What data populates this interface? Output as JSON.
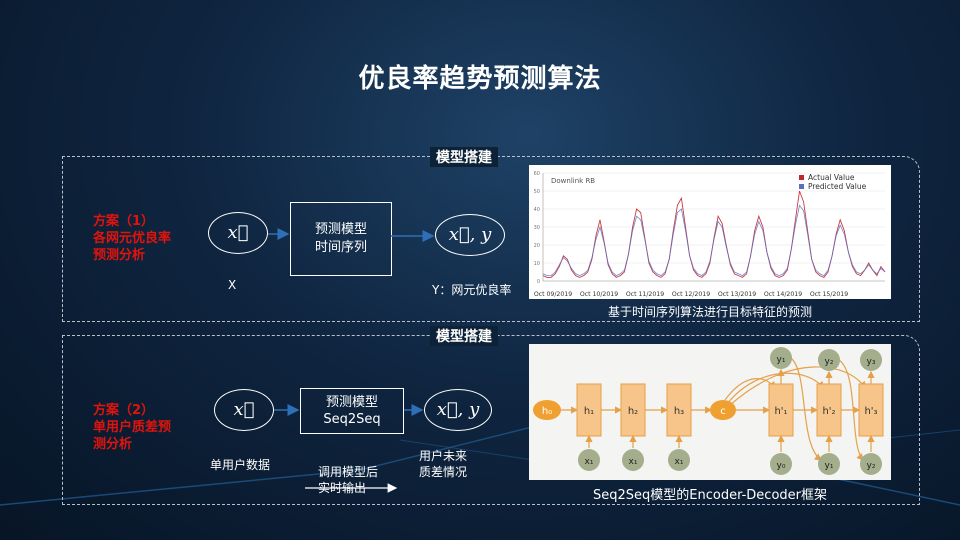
{
  "title": "优良率趋势预测算法",
  "section1": {
    "heading": "模型搭建",
    "plan": [
      "方案（1）",
      "各网元优良率",
      "预测分析"
    ],
    "input_symbol": "x⃗",
    "input_label": "X",
    "model_lines": [
      "预测模型",
      "时间序列"
    ],
    "output_symbol": "x⃗, y",
    "output_label": "Y：网元优良率",
    "caption": "基于时间序列算法进行目标特征的预测",
    "chart_data": {
      "type": "line",
      "title": "Downlink RB",
      "x_tick_labels": [
        "Oct 09/2019",
        "Oct 10/2019",
        "Oct 11/2019",
        "Oct 12/2019",
        "Oct 13/2019",
        "Oct 14/2019",
        "Oct 15/2019"
      ],
      "y_tick_labels": [
        "0",
        "10",
        "20",
        "30",
        "40",
        "50",
        "60"
      ],
      "ylim": [
        0,
        60
      ],
      "legend": [
        "Actual Value",
        "Predicted Value"
      ],
      "legend_position": "top-right",
      "series_colors": [
        "#c0282d",
        "#5a6fc4"
      ],
      "series": [
        {
          "name": "Actual Value",
          "values": [
            3,
            2,
            2,
            4,
            8,
            14,
            12,
            6,
            3,
            2,
            3,
            5,
            12,
            25,
            34,
            22,
            9,
            4,
            2,
            3,
            5,
            15,
            30,
            40,
            38,
            24,
            10,
            5,
            3,
            2,
            4,
            12,
            28,
            42,
            46,
            30,
            14,
            6,
            3,
            2,
            4,
            10,
            24,
            36,
            32,
            20,
            9,
            4,
            3,
            2,
            4,
            14,
            28,
            36,
            30,
            16,
            7,
            3,
            2,
            3,
            6,
            18,
            34,
            50,
            44,
            28,
            12,
            5,
            3,
            2,
            5,
            14,
            26,
            34,
            28,
            16,
            8,
            4,
            3,
            6,
            10,
            6,
            3,
            8,
            5
          ]
        },
        {
          "name": "Predicted Value",
          "values": [
            4,
            3,
            3,
            5,
            9,
            13,
            11,
            7,
            4,
            3,
            4,
            6,
            13,
            23,
            30,
            21,
            10,
            5,
            3,
            4,
            6,
            15,
            28,
            36,
            34,
            23,
            11,
            6,
            4,
            3,
            5,
            12,
            26,
            38,
            40,
            28,
            14,
            7,
            4,
            3,
            5,
            11,
            23,
            33,
            30,
            19,
            10,
            5,
            4,
            3,
            5,
            14,
            26,
            33,
            28,
            16,
            8,
            4,
            3,
            4,
            7,
            18,
            31,
            42,
            39,
            26,
            12,
            6,
            4,
            3,
            6,
            14,
            25,
            31,
            26,
            16,
            9,
            5,
            4,
            6,
            9,
            6,
            4,
            7,
            5
          ]
        }
      ]
    }
  },
  "section2": {
    "heading": "模型搭建",
    "plan": [
      "方案（2）",
      "单用户质差预",
      "测分析"
    ],
    "input_symbol": "x⃗",
    "input_label": "单用户数据",
    "model_lines": [
      "预测模型",
      "Seq2Seq"
    ],
    "output_symbol": "x⃗, y",
    "output_label_lines": [
      "用户未来",
      "质差情况"
    ],
    "call_label_lines": [
      "调用模型后",
      "实时输出"
    ],
    "caption": "Seq2Seq模型的Encoder-Decoder框架",
    "diagram": {
      "h0": "h₀",
      "encoder": [
        "h₁",
        "h₂",
        "h₃"
      ],
      "context": "c",
      "decoder": [
        "h'₁",
        "h'₂",
        "h'₃"
      ],
      "inputs": [
        "x₁",
        "x₁",
        "x₁"
      ],
      "outputs": [
        "y₁",
        "y₂",
        "y₃"
      ],
      "decoder_inputs": [
        "y₀",
        "y₁",
        "y₂"
      ]
    }
  },
  "colors": {
    "plan_text": "#e0140d",
    "diagram_box": "#f7c48a",
    "diagram_box_border": "#e4a14a",
    "diagram_node": "#a4ad8c",
    "diagram_c": "#f0a030"
  }
}
